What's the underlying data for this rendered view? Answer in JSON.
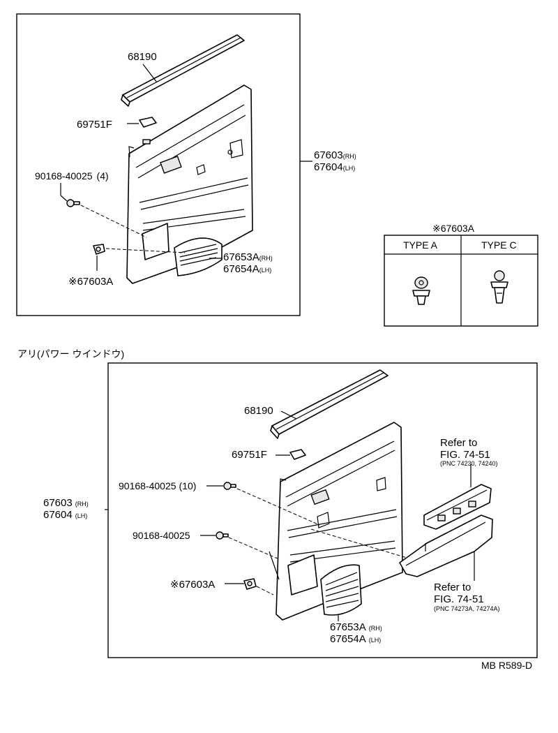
{
  "top_diagram": {
    "part_68190": "68190",
    "part_69751F": "69751F",
    "screw": "90168-40025",
    "screw_qty": "(4)",
    "panel_rh": "67603",
    "panel_rh_suffix": "(RH)",
    "panel_lh": "67604",
    "panel_lh_suffix": "(LH)",
    "speaker_rh": "67653A",
    "speaker_rh_suffix": "(RH)",
    "speaker_lh": "67654A",
    "speaker_lh_suffix": "(LH)",
    "clip": "※67603A"
  },
  "clip_table": {
    "title": "※67603A",
    "col_a": "TYPE A",
    "col_c": "TYPE C"
  },
  "section_heading": "アリ(パワー ウインドウ)",
  "bottom_diagram": {
    "part_68190": "68190",
    "part_69751F": "69751F",
    "screw_a": "90168-40025",
    "screw_a_qty": "(10)",
    "screw_b": "90168-40025",
    "panel_rh": "67603",
    "panel_rh_suffix": "(RH)",
    "panel_lh": "67604",
    "panel_lh_suffix": "(LH)",
    "clip": "※67603A",
    "speaker_rh": "67653A",
    "speaker_rh_suffix": "(RH)",
    "speaker_lh": "67654A",
    "speaker_lh_suffix": "(LH)",
    "ref1_line1": "Refer to",
    "ref1_line2": "FIG. 74-51",
    "ref1_pnc": "(PNC 74230, 74240)",
    "ref2_line1": "Refer to",
    "ref2_line2": "FIG. 74-51",
    "ref2_pnc": "(PNC 74273A, 74274A)"
  },
  "diagram_code": "MB R589-D"
}
